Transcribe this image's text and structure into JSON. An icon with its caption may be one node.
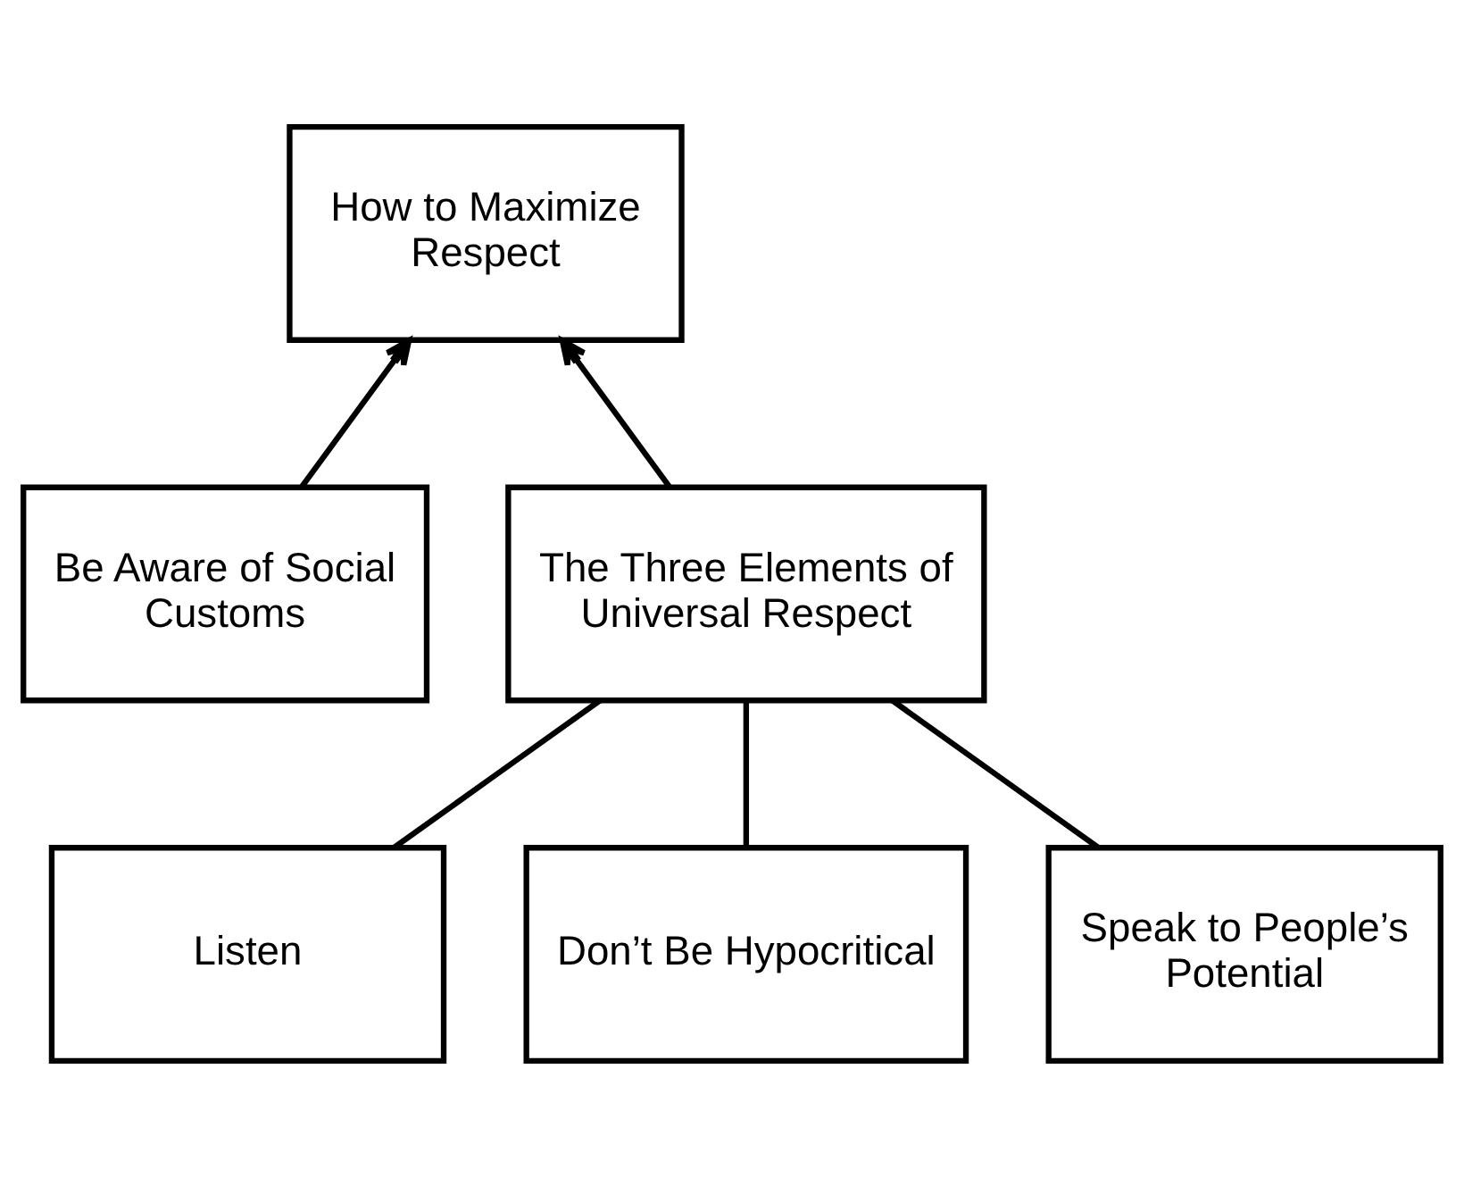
{
  "diagram": {
    "nodes": [
      {
        "text": [
          "How to Maximize Respect"
        ]
      },
      {
        "text": [
          "Be Aware of Social Customs"
        ]
      },
      {
        "text": [
          "The Three Elements of Universal Respect"
        ]
      },
      {
        "text": [
          "Listen"
        ]
      },
      {
        "text": [
          "Don’t Be Hypocritical"
        ]
      },
      {
        "text": [
          "Speak to People’s Potential"
        ]
      }
    ],
    "edges": [
      {
        "from": 1,
        "to": 0,
        "arrow": "to"
      },
      {
        "from": 2,
        "to": 0,
        "arrow": "to"
      },
      {
        "from": 2,
        "to": 3,
        "arrow": "none"
      },
      {
        "from": 2,
        "to": 4,
        "arrow": "none"
      },
      {
        "from": 2,
        "to": 5,
        "arrow": "none"
      }
    ]
  }
}
